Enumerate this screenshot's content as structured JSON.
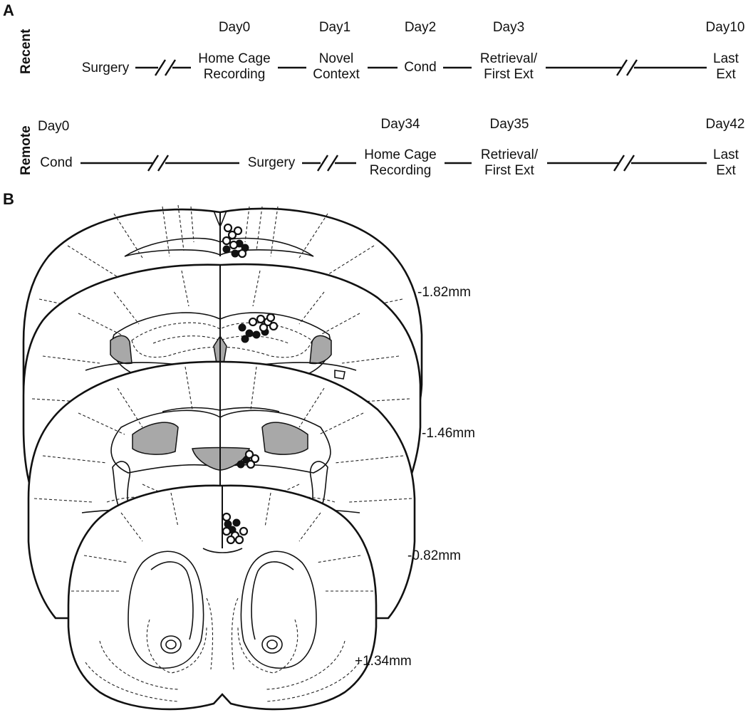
{
  "panels": {
    "a": "A",
    "b": "B"
  },
  "recent": {
    "row_label": "Recent",
    "days": [
      "Day0",
      "Day1",
      "Day2",
      "Day3",
      "Day10"
    ],
    "steps": {
      "surgery": "Surgery",
      "home_cage_1": "Home Cage",
      "home_cage_2": "Recording",
      "novel_1": "Novel",
      "novel_2": "Context",
      "cond": "Cond",
      "retrieval_1": "Retrieval/",
      "retrieval_2": "First Ext",
      "last_1": "Last",
      "last_2": "Ext"
    }
  },
  "remote": {
    "row_label": "Remote",
    "days": [
      "Day0",
      "Day34",
      "Day35",
      "Day42"
    ],
    "steps": {
      "cond": "Cond",
      "surgery": "Surgery",
      "home_cage_1": "Home Cage",
      "home_cage_2": "Recording",
      "retrieval_1": "Retrieval/",
      "retrieval_2": "First Ext",
      "last_1": "Last",
      "last_2": "Ext"
    }
  },
  "sections": [
    "-1.82mm",
    "-1.46mm",
    "-0.82mm",
    "+1.34mm"
  ],
  "colors": {
    "ink": "#111111",
    "ventricle_fill": "#a8a8a8",
    "background": "#ffffff"
  }
}
